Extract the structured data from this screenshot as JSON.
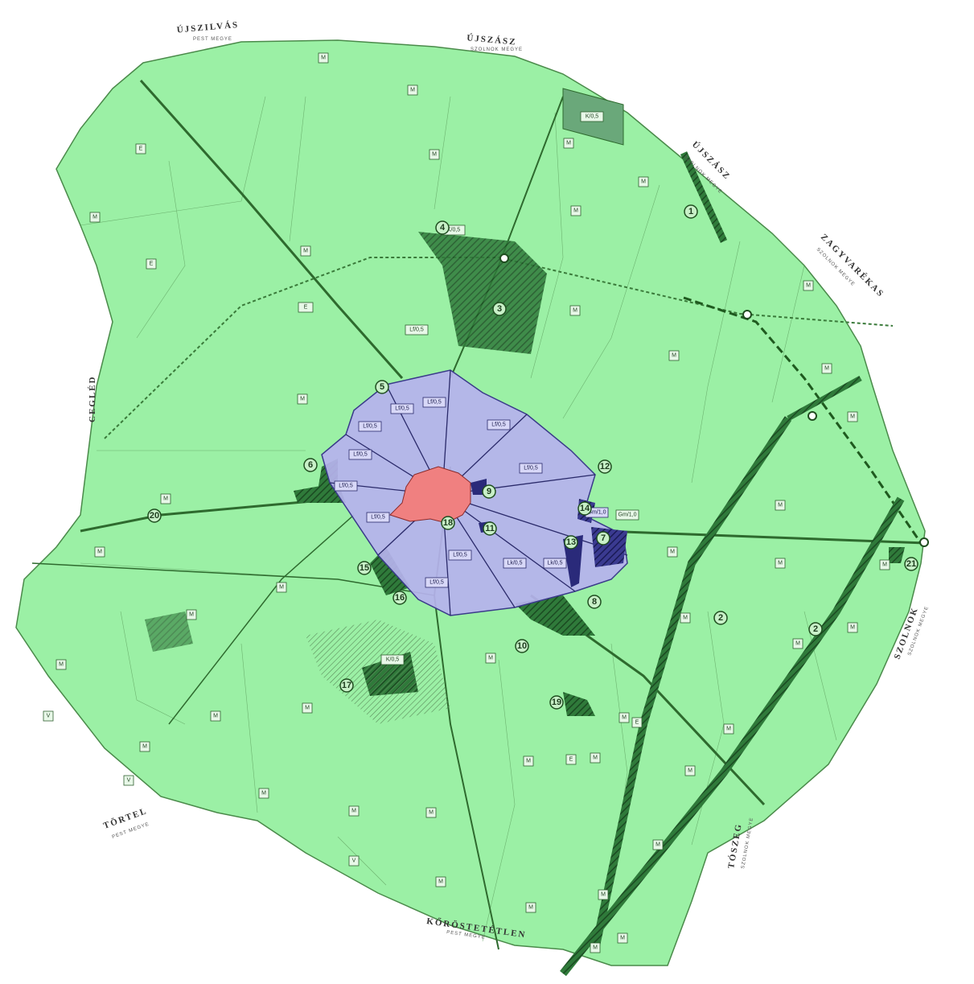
{
  "colors": {
    "outer_zone": "#9bf0a5",
    "inner_zone": "#b6b2ee",
    "core_zone": "#f08080",
    "roads": "#2e6a2e"
  },
  "towns": {
    "ujszilvas": "ÚJSZILVÁS",
    "ujszasz_top": "ÚJSZÁSZ",
    "ujszasz_right": "ÚJSZÁSZ",
    "zagyvarekas": "ZAGYVARÉKAS",
    "cegled": "CEGLÉD",
    "tortel": "TÖRTEL",
    "korostetetlen": "KŐRÖSTETÉTLEN",
    "tosceg": "TÓSZEG",
    "szolnok": "SZOLNOK"
  },
  "subtitles": {
    "ujszilvas": "PEST MEGYE",
    "ujszasz_top": "SZOLNOK MEGYE",
    "ujszasz_right": "SZOLNOK MEGYE",
    "zagyvarekas": "SZOLNOK MEGYE",
    "tortel": "PEST MEGYE",
    "korostetetlen": "PEST MEGYE",
    "tosceg": "SZOLNOK MEGYE",
    "szolnok": "SZOLNOK MEGYE"
  },
  "markers": [
    "1",
    "2",
    "2",
    "3",
    "4",
    "5",
    "6",
    "7",
    "8",
    "9",
    "10",
    "11",
    "12",
    "13",
    "14",
    "15",
    "16",
    "17",
    "18",
    "19",
    "20",
    "21"
  ],
  "zone_labels": {
    "m": "M",
    "e": "E",
    "v": "V",
    "lf": "Lf/0,5",
    "lk": "Lk/0,5",
    "gm": "Gm/1,0",
    "ko": "K/0,5"
  }
}
